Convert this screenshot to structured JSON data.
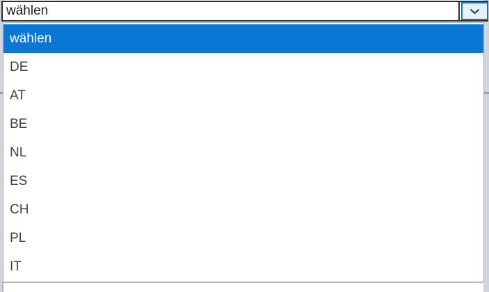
{
  "select": {
    "value": "wählen"
  },
  "dropdown": {
    "options": [
      "wählen",
      "DE",
      "AT",
      "BE",
      "NL",
      "ES",
      "CH",
      "PL",
      "IT"
    ],
    "selected_index": 0
  },
  "icons": {
    "dropdown_button": "chevron-down-icon"
  },
  "colors": {
    "highlight": "#0a77d7",
    "highlight_text": "#ffffff",
    "button_bg": "#e5f1fb",
    "button_border": "#0a77d7",
    "select_border": "#2f2f2f",
    "option_text": "#3f4347",
    "page_edge": "#cfd4dd",
    "rule": "#98a0ac",
    "bottom_rule": "#b2b6be"
  }
}
